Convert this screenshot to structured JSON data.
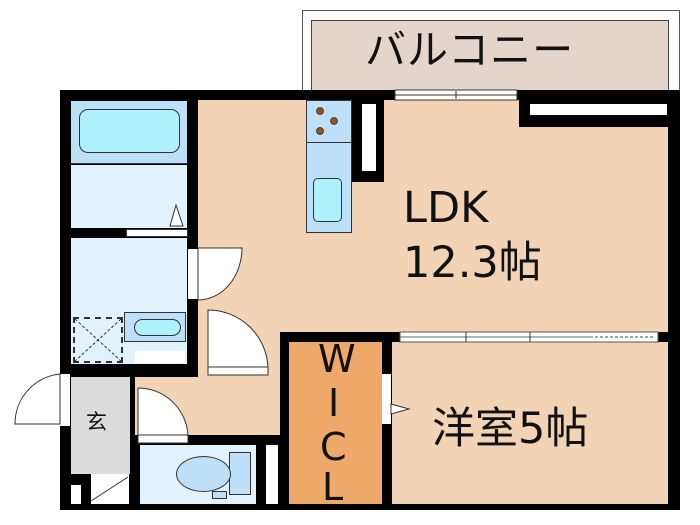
{
  "floorplan": {
    "rooms": {
      "balcony": {
        "label": "バルコニー"
      },
      "ldk": {
        "label_line1": "LDK",
        "label_line2": "12.3帖"
      },
      "western_room": {
        "label": "洋室5帖"
      },
      "wic": {
        "letters": [
          "W",
          "I",
          "C",
          "L"
        ]
      },
      "entrance": {
        "label": "玄"
      }
    },
    "colors": {
      "ldk_floor": "#f2d3b5",
      "wic_floor": "#eda86a",
      "balcony_floor": "#e3d5cb",
      "wet_area_floor": "#e2f2fd",
      "fixture_blue": "#bde0f8",
      "fixture_cyan": "#aef0fc",
      "entrance_floor": "#dcdcdc",
      "burner_brown": "#9a4e1a",
      "wall": "#000000"
    }
  }
}
